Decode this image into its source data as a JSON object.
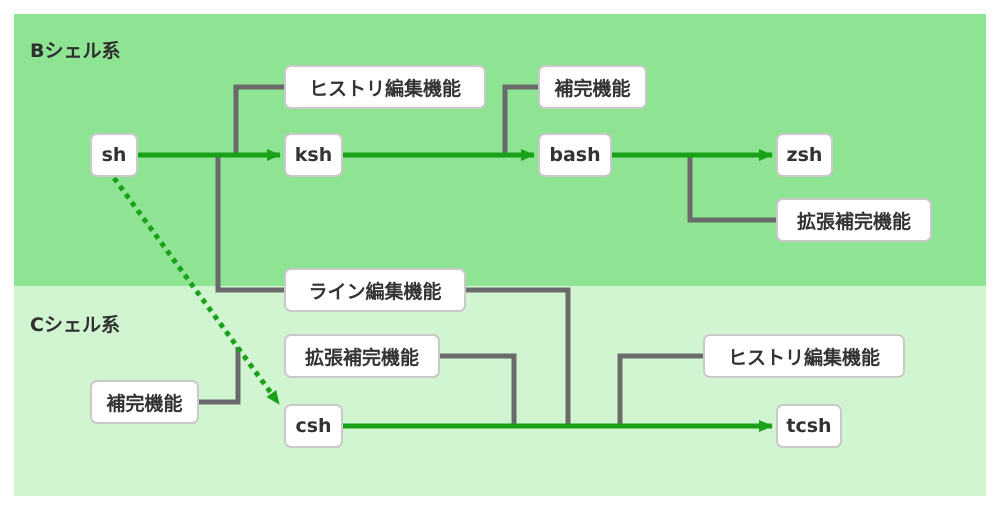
{
  "colors": {
    "b_region": "#8fe493",
    "c_region": "#d1f5d1",
    "main_line": "#1aa11a",
    "feature_line": "#6a6a6a"
  },
  "regions": {
    "b_shell": "Bシェル系",
    "c_shell": "Cシェル系"
  },
  "nodes": {
    "sh": "sh",
    "ksh": "ksh",
    "bash": "bash",
    "zsh": "zsh",
    "csh": "csh",
    "tcsh": "tcsh",
    "ksh_history": "ヒストリ編集機能",
    "bash_completion": "補完機能",
    "zsh_ext_completion": "拡張補完機能",
    "line_edit": "ライン編集機能",
    "csh_ext_completion": "拡張補完機能",
    "tcsh_history": "ヒストリ編集機能",
    "csh_completion": "補完機能"
  }
}
